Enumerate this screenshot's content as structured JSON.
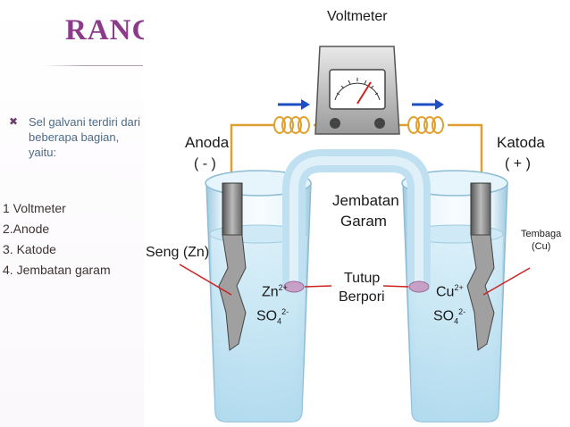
{
  "slide": {
    "title": "RANGKAIAN",
    "bullet_text": "Sel galvani terdiri dari beberapa bagian, yaitu:",
    "list_items": [
      "1 Voltmeter",
      "2.Anode",
      "3. Katode",
      "4. Jembatan garam"
    ]
  },
  "figure": {
    "voltmeter": "Voltmeter",
    "anoda": "Anoda",
    "anoda_sign": "( - )",
    "katoda": "Katoda",
    "katoda_sign": "( + )",
    "jembatan_1": "Jembatan",
    "jembatan_2": "Garam",
    "seng": "Seng (Zn)",
    "tembaga_1": "Tembaga",
    "tembaga_2": "(Cu)",
    "tutup_1": "Tutup",
    "tutup_2": "Berpori",
    "zn_ion": "Zn",
    "zn_charge": "2+",
    "so4_left": "SO",
    "so4_left_sub": "4",
    "so4_left_charge": "2-",
    "cu_ion": "Cu",
    "cu_charge": "2+",
    "so4_right": "SO",
    "so4_right_sub": "4",
    "so4_right_charge": "2-"
  },
  "colors": {
    "title": "#8b3b8a",
    "bullet_text": "#4d6b86",
    "list_text": "#3c3330",
    "solution": "#bfe3f3",
    "wire": "#e0a030",
    "arrow": "#1f4fc4",
    "pointer": "#cc2222"
  }
}
